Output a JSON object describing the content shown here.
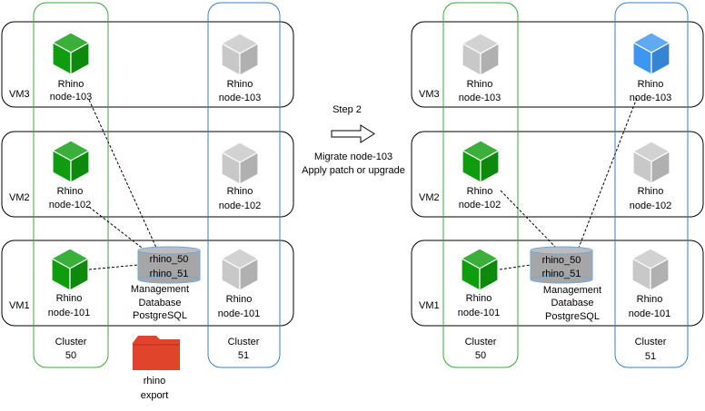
{
  "step": {
    "label": "Step 2",
    "line1": "Migrate node-103",
    "line2": "Apply patch or upgrade"
  },
  "colors": {
    "active_node": "#0f9d0f",
    "inactive_node": "#c8c8c8",
    "upgraded_node": "#3d97f2",
    "cluster50_border": "#3ca63c",
    "cluster51_border": "#3b7fc4",
    "database": "#a6a6a6",
    "database_rim": "#6fa8dc",
    "export_folder": "#e0442a"
  },
  "left": {
    "vms": {
      "vm3": "VM3",
      "vm2": "VM2",
      "vm1": "VM1"
    },
    "cluster_a": {
      "line1": "Cluster",
      "line2": "50"
    },
    "cluster_b": {
      "line1": "Cluster",
      "line2": "51"
    },
    "nodes": {
      "a103": {
        "title": "Rhino",
        "id": "node-103",
        "state": "active"
      },
      "a102": {
        "title": "Rhino",
        "id": "node-102",
        "state": "active"
      },
      "a101": {
        "title": "Rhino",
        "id": "node-101",
        "state": "active"
      },
      "b103": {
        "title": "Rhino",
        "id": "node-103",
        "state": "inactive"
      },
      "b102": {
        "title": "Rhino",
        "id": "node-102",
        "state": "inactive"
      },
      "b101": {
        "title": "Rhino",
        "id": "node-101",
        "state": "inactive"
      }
    },
    "database": {
      "db1": "rhino_50",
      "db2": "rhino_51",
      "line1": "Management",
      "line2": "Database",
      "line3": "PostgreSQL"
    },
    "export": {
      "line1": "rhino",
      "line2": "export"
    }
  },
  "right": {
    "vms": {
      "vm3": "VM3",
      "vm2": "VM2",
      "vm1": "VM1"
    },
    "cluster_a": {
      "line1": "Cluster",
      "line2": "50"
    },
    "cluster_b": {
      "line1": "Cluster",
      "line2": "51"
    },
    "nodes": {
      "a103": {
        "title": "Rhino",
        "id": "node-103",
        "state": "inactive"
      },
      "a102": {
        "title": "Rhino",
        "id": "node-102",
        "state": "active"
      },
      "a101": {
        "title": "Rhino",
        "id": "node-101",
        "state": "active"
      },
      "b103": {
        "title": "Rhino",
        "id": "node-103",
        "state": "upgraded"
      },
      "b102": {
        "title": "Rhino",
        "id": "node-102",
        "state": "inactive"
      },
      "b101": {
        "title": "Rhino",
        "id": "node-101",
        "state": "inactive"
      }
    },
    "database": {
      "db1": "rhino_50",
      "db2": "rhino_51",
      "line1": "Management",
      "line2": "Database",
      "line3": "PostgreSQL"
    }
  }
}
